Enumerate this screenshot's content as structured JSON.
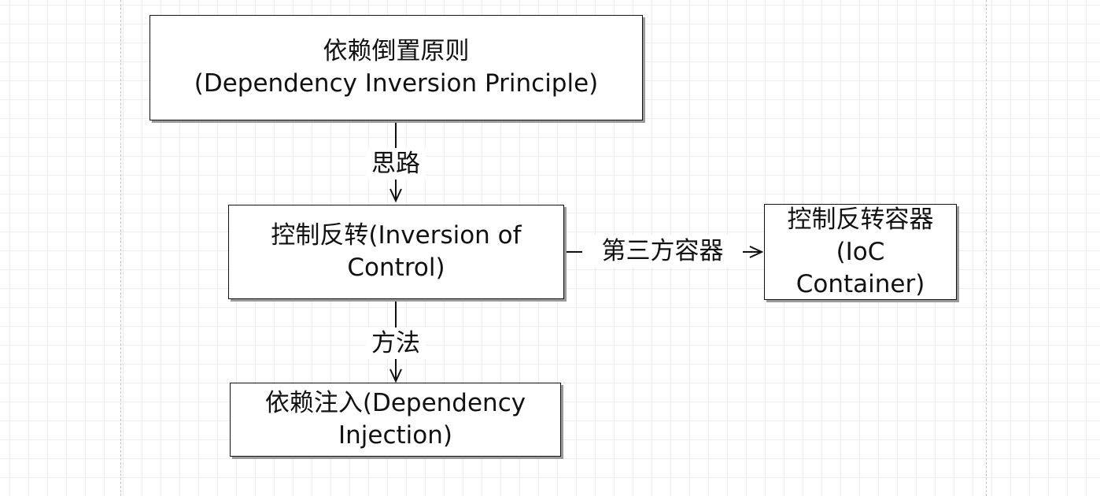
{
  "diagram": {
    "nodes": {
      "dip": {
        "line1": "依赖倒置原则",
        "line2": "(Dependency Inversion Principle)"
      },
      "ioc": {
        "line1": "控制反转(Inversion of",
        "line2": "Control)"
      },
      "container": {
        "line1": "控制反转容器",
        "line2": "(IoC",
        "line3": "Container)"
      },
      "di": {
        "line1": "依赖注入(Dependency",
        "line2": "Injection)"
      }
    },
    "edges": {
      "dip_to_ioc": "思路",
      "ioc_to_di": "方法",
      "ioc_to_container": "第三方容器"
    }
  },
  "colors": {
    "stroke": "#111111",
    "grid": "#ececec",
    "shadow": "#9a9a9a"
  }
}
